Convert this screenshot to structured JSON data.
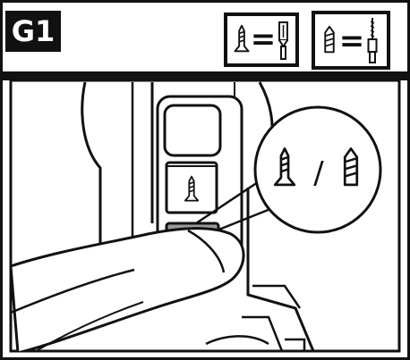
{
  "step": {
    "label": "G1"
  },
  "legend": {
    "equals_symbol": "=",
    "items": [
      {
        "mode": "screwdriving",
        "icon": "screw-icon",
        "bit": "screwdriver-bit-icon"
      },
      {
        "mode": "drilling",
        "icon": "drill-icon",
        "bit": "drill-bit-icon"
      }
    ]
  },
  "callout": {
    "separator": "/",
    "left_icon": "screw-icon",
    "right_icon": "drill-icon"
  },
  "colors": {
    "ink": "#111111",
    "button_pressed": "#9a9a9a",
    "background": "#ffffff"
  }
}
